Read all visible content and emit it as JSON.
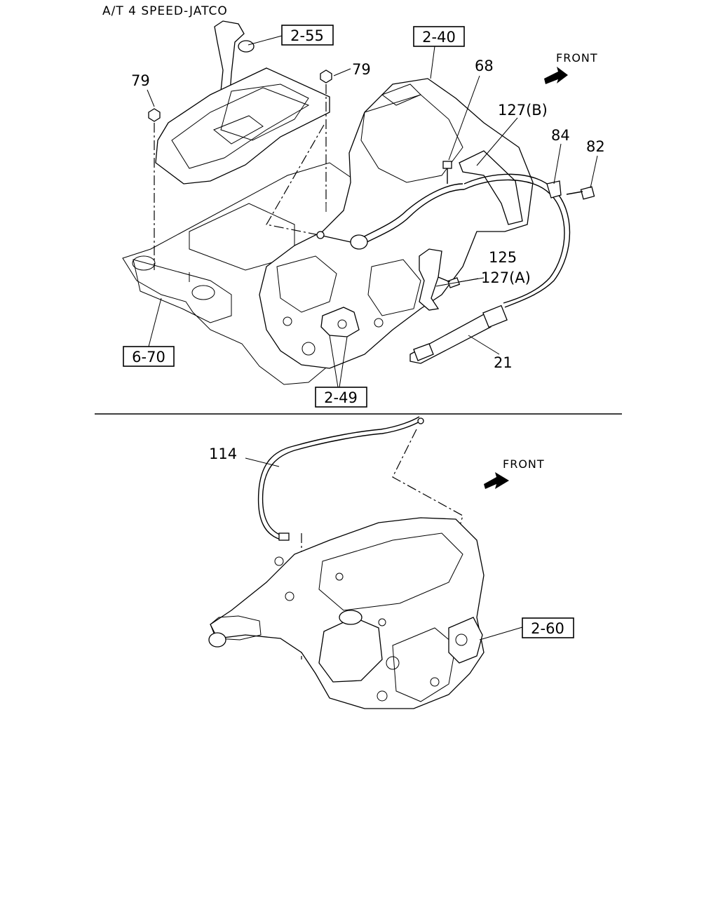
{
  "title": "A/T 4 SPEED-JATCO",
  "front_labels": [
    "FRONT",
    "FRONT"
  ],
  "upper_diagram": {
    "ref_boxes": [
      "2-55",
      "2-40",
      "6-70",
      "2-49"
    ],
    "callouts": [
      "79",
      "79",
      "68",
      "127(B)",
      "84",
      "82",
      "125",
      "127(A)",
      "21"
    ]
  },
  "lower_diagram": {
    "ref_boxes": [
      "2-60"
    ],
    "callouts": [
      "114"
    ]
  }
}
